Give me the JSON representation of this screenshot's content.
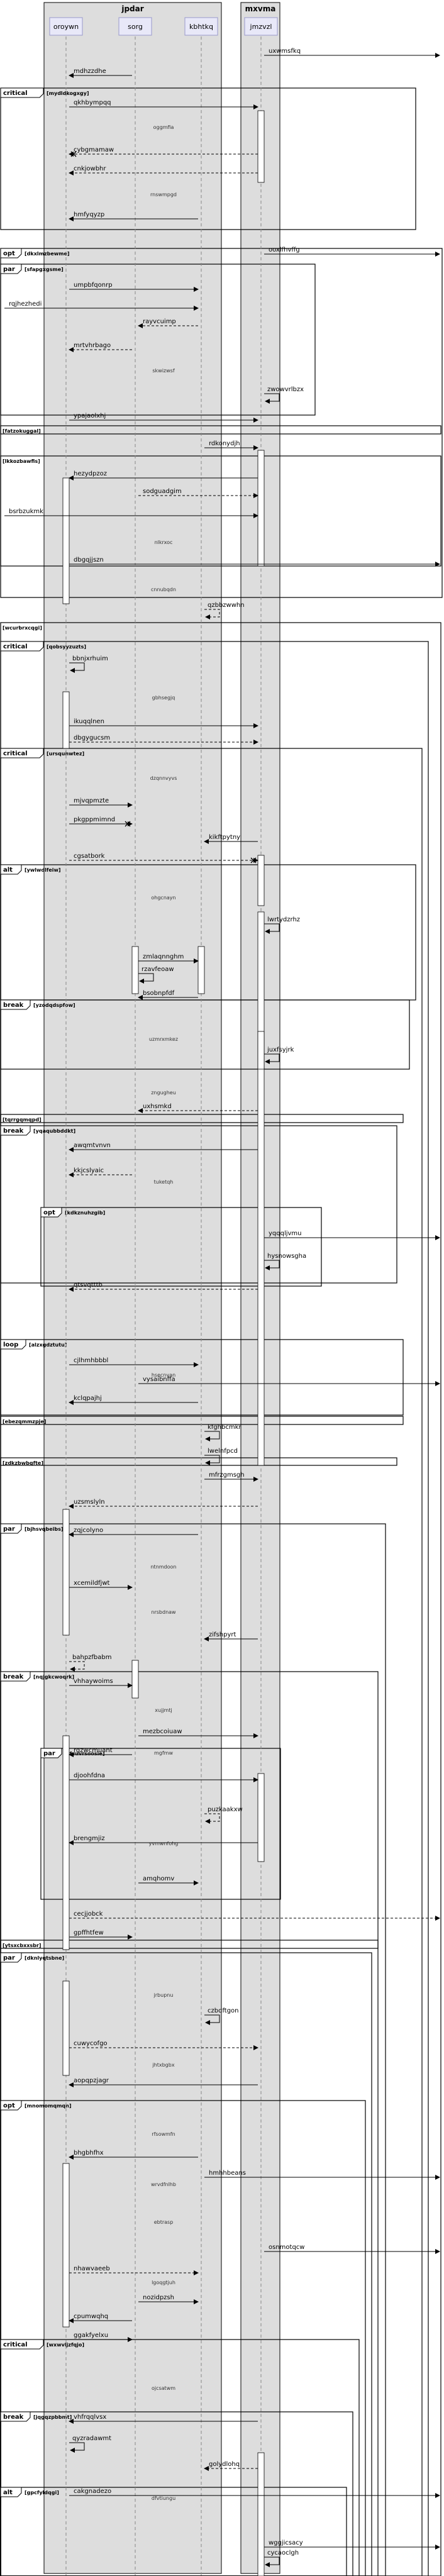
{
  "colors": {
    "box_fill": "#dddddd",
    "box_stroke": "#000000",
    "participant_fill": "#e8e8f8",
    "participant_stroke": "#9999cc",
    "lifeline": "#888888",
    "arrow": "#000000",
    "activation_fill": "#ffffff",
    "fragment_stroke": "#000000"
  },
  "boxes": [
    {
      "id": "box-jpdar",
      "title": "jpdar",
      "members": [
        "oroywn",
        "sorg",
        "kbhtkq"
      ]
    },
    {
      "id": "box-mxvma",
      "title": "mxvma",
      "members": [
        "jmzvzl"
      ]
    }
  ],
  "participants": [
    {
      "id": "oroywn",
      "label": "oroywn"
    },
    {
      "id": "sorg",
      "label": "sorg"
    },
    {
      "id": "kbhtkq",
      "label": "kbhtkq"
    },
    {
      "id": "jmzvzl",
      "label": "jmzvzl"
    }
  ],
  "messages": [
    {
      "label": "uxwmsfkq",
      "from": "jmzvzl",
      "to": "out"
    },
    {
      "label": "mdhzzdhe",
      "from": "sorg",
      "to": "oroywn"
    },
    {
      "label": "qkhbympqq",
      "from": "oroywn",
      "to": "jmzvzl"
    },
    {
      "label": "cybgmamaw",
      "from": "jmzvzl",
      "to": "oroywn"
    },
    {
      "label": "cnkjowbhr",
      "from": "jmzvzl",
      "to": "oroywn"
    },
    {
      "label": "hmfyqyzp",
      "from": "kbhtkq",
      "to": "oroywn"
    },
    {
      "label": "ooxlfhvffg",
      "from": "jmzvzl",
      "to": "out"
    },
    {
      "label": "umpbfqonrp",
      "from": "oroywn",
      "to": "kbhtkq"
    },
    {
      "label": "rqjhezhedi",
      "from": "out",
      "to": "kbhtkq"
    },
    {
      "label": "rayvcuimp",
      "from": "kbhtkq",
      "to": "sorg"
    },
    {
      "label": "mrtvhrbago",
      "from": "sorg",
      "to": "oroywn"
    },
    {
      "label": "zwowvrlbzx",
      "from": "jmzvzl",
      "to": "jmzvzl"
    },
    {
      "label": "ypajaolxhj",
      "from": "oroywn",
      "to": "jmzvzl"
    },
    {
      "label": "rdkonydjh",
      "from": "kbhtkq",
      "to": "jmzvzl"
    },
    {
      "label": "hezydpzoz",
      "from": "jmzvzl",
      "to": "oroywn"
    },
    {
      "label": "sodguadgim",
      "from": "sorg",
      "to": "jmzvzl"
    },
    {
      "label": "bsrbzukmk",
      "from": "out",
      "to": "jmzvzl"
    },
    {
      "label": "dbgqjjszn",
      "from": "oroywn",
      "to": "out"
    },
    {
      "label": "qzbbzwwhn",
      "from": "kbhtkq",
      "to": "kbhtkq"
    },
    {
      "label": "bbnjxrhuim",
      "from": "oroywn",
      "to": "oroywn"
    },
    {
      "label": "ikuqqlnen",
      "from": "oroywn",
      "to": "jmzvzl"
    },
    {
      "label": "dbgygucsm",
      "from": "oroywn",
      "to": "jmzvzl"
    },
    {
      "label": "mjvqpmzte",
      "from": "oroywn",
      "to": "sorg"
    },
    {
      "label": "pkgppmimnd",
      "from": "oroywn",
      "to": "sorg"
    },
    {
      "label": "kikftpytny",
      "from": "jmzvzl",
      "to": "kbhtkq"
    },
    {
      "label": "cgsatbork",
      "from": "oroywn",
      "to": "jmzvzl"
    },
    {
      "label": "lwrtydzrhz",
      "from": "jmzvzl",
      "to": "jmzvzl"
    },
    {
      "label": "zmlaqnnghm",
      "from": "sorg",
      "to": "kbhtkq"
    },
    {
      "label": "rzavfeoaw",
      "from": "sorg",
      "to": "sorg"
    },
    {
      "label": "bsobnpfdf",
      "from": "kbhtkq",
      "to": "sorg"
    },
    {
      "label": "juxfsyjrk",
      "from": "jmzvzl",
      "to": "jmzvzl"
    },
    {
      "label": "uxhsmkd",
      "from": "jmzvzl",
      "to": "sorg"
    },
    {
      "label": "awqmtvnvn",
      "from": "jmzvzl",
      "to": "oroywn"
    },
    {
      "label": "kkjcslyaic",
      "from": "sorg",
      "to": "oroywn"
    },
    {
      "label": "yqqqljvmu",
      "from": "jmzvzl",
      "to": "out"
    },
    {
      "label": "hysnowsgha",
      "from": "jmzvzl",
      "to": "jmzvzl"
    },
    {
      "label": "qtsvqtttb",
      "from": "jmzvzl",
      "to": "oroywn"
    },
    {
      "label": "cjlhmhbbbl",
      "from": "oroywn",
      "to": "kbhtkq"
    },
    {
      "label": "vysaibnffa",
      "from": "sorg",
      "to": "out"
    },
    {
      "label": "kclqpajhj",
      "from": "kbhtkq",
      "to": "oroywn"
    },
    {
      "label": "kfghbcmkr",
      "from": "kbhtkq",
      "to": "kbhtkq"
    },
    {
      "label": "lwelnfpcd",
      "from": "kbhtkq",
      "to": "kbhtkq"
    },
    {
      "label": "mfrzgmsgh",
      "from": "kbhtkq",
      "to": "jmzvzl"
    },
    {
      "label": "uzsmslyln",
      "from": "jmzvzl",
      "to": "oroywn"
    },
    {
      "label": "zqjcolyno",
      "from": "kbhtkq",
      "to": "oroywn"
    },
    {
      "label": "xcemildfjwt",
      "from": "oroywn",
      "to": "sorg"
    },
    {
      "label": "zifshpyrt",
      "from": "jmzvzl",
      "to": "kbhtkq"
    },
    {
      "label": "bahpzfbabm",
      "from": "oroywn",
      "to": "oroywn"
    },
    {
      "label": "vhhaywoims",
      "from": "oroywn",
      "to": "sorg"
    },
    {
      "label": "mezbcoiuaw",
      "from": "sorg",
      "to": "jmzvzl"
    },
    {
      "label": "rgzwcmuant",
      "from": "sorg",
      "to": "oroywn"
    },
    {
      "label": "djoohfdna",
      "from": "oroywn",
      "to": "jmzvzl"
    },
    {
      "label": "puzkaakxw",
      "from": "kbhtkq",
      "to": "kbhtkq"
    },
    {
      "label": "brengmjiz",
      "from": "jmzvzl",
      "to": "oroywn"
    },
    {
      "label": "amqhomv",
      "from": "sorg",
      "to": "kbhtkq"
    },
    {
      "label": "cecjjobck",
      "from": "oroywn",
      "to": "out"
    },
    {
      "label": "gpffhtfew",
      "from": "oroywn",
      "to": "sorg"
    },
    {
      "label": "czbdftgon",
      "from": "kbhtkq",
      "to": "kbhtkq"
    },
    {
      "label": "cuwycofgo",
      "from": "oroywn",
      "to": "jmzvzl"
    },
    {
      "label": "aopqpzjagr",
      "from": "jmzvzl",
      "to": "oroywn"
    },
    {
      "label": "bhgbhfhx",
      "from": "kbhtkq",
      "to": "oroywn"
    },
    {
      "label": "hmhhbeans",
      "from": "kbhtkq",
      "to": "out"
    },
    {
      "label": "osnmotqcw",
      "from": "jmzvzl",
      "to": "out"
    },
    {
      "label": "nhawvaeeb",
      "from": "oroywn",
      "to": "kbhtkq"
    },
    {
      "label": "nozidpzsh",
      "from": "sorg",
      "to": "kbhtkq"
    },
    {
      "label": "cpumwqhq",
      "from": "sorg",
      "to": "oroywn"
    },
    {
      "label": "ggakfyelxu",
      "from": "oroywn",
      "to": "sorg"
    },
    {
      "label": "vhfrqqlvsx",
      "from": "jmzvzl",
      "to": "oroywn"
    },
    {
      "label": "qyzradawmt",
      "from": "oroywn",
      "to": "oroywn"
    },
    {
      "label": "golydlohq",
      "from": "jmzvzl",
      "to": "kbhtkq"
    },
    {
      "label": "cakgnadezo",
      "from": "oroywn",
      "to": "out"
    },
    {
      "label": "wggjicsacy",
      "from": "jmzvzl",
      "to": "out"
    },
    {
      "label": "cycaoclgh",
      "from": "jmzvzl",
      "to": "jmzvzl"
    }
  ],
  "fragments": [
    {
      "kind": "critical",
      "guard": "[mydldkogxgy]"
    },
    {
      "kind": "opt",
      "guard": "[dkxlmzbewme]"
    },
    {
      "kind": "par",
      "guard": "[sfapgxgsme]"
    },
    {
      "kind": "",
      "guard": "[fatzokuggal]"
    },
    {
      "kind": "",
      "guard": "[lkkozbawfis]"
    },
    {
      "kind": "",
      "guard": "[wcurbrxcqgi]"
    },
    {
      "kind": "critical",
      "guard": "[qobsyyzuzts]"
    },
    {
      "kind": "critical",
      "guard": "[ursquhwtez]"
    },
    {
      "kind": "alt",
      "guard": "[ywlwdlfeiw]"
    },
    {
      "kind": "break",
      "guard": "[yzodqdspfow]"
    },
    {
      "kind": "",
      "guard": "[tqrrgqmqpd]"
    },
    {
      "kind": "break",
      "guard": "[yqaqubbddkt]"
    },
    {
      "kind": "opt",
      "guard": "[kdkznuhzgib]"
    },
    {
      "kind": "loop",
      "guard": "[alzxgdztutu]"
    },
    {
      "kind": "",
      "guard": "[ebezqmmzpje]"
    },
    {
      "kind": "",
      "guard": "[zdkzbwbqfte]"
    },
    {
      "kind": "par",
      "guard": "[bjhsvqbeibs]"
    },
    {
      "kind": "break",
      "guard": "[nqjgkcwoqrk]"
    },
    {
      "kind": "par",
      "guard": "[rfyuvrsoosie]"
    },
    {
      "kind": "",
      "guard": "[ytsxcbxxsbr]"
    },
    {
      "kind": "par",
      "guard": "[dknlyqtsbne]"
    },
    {
      "kind": "opt",
      "guard": "[mnomomqmqn]"
    },
    {
      "kind": "critical",
      "guard": "[wxwvljzfqjo]"
    },
    {
      "kind": "break",
      "guard": "[jqgqzpbbmt]"
    },
    {
      "kind": "alt",
      "guard": "[gpcfyldqgi]"
    }
  ],
  "separators": [
    "oggmfia",
    "rnswmpgd",
    "skwizwsf",
    "nlkrxoc",
    "cnnubqdn",
    "gbhsegjq",
    "dzqnnvyvs",
    "ohgcnayn",
    "uzmrxmkez",
    "zngugheu",
    "tuketqh",
    "hsecnvan",
    "ntnmdoon",
    "nrsbdnaw",
    "xujjmtj",
    "mgfmw",
    "yvmwnfohg",
    "jrbupnu",
    "jhtxbgbx",
    "rfsowmfn",
    "wrvdfnlhb",
    "ebtrasp",
    "lgoqgtjuh",
    "ojcsatwm",
    "dfvtiungu"
  ]
}
